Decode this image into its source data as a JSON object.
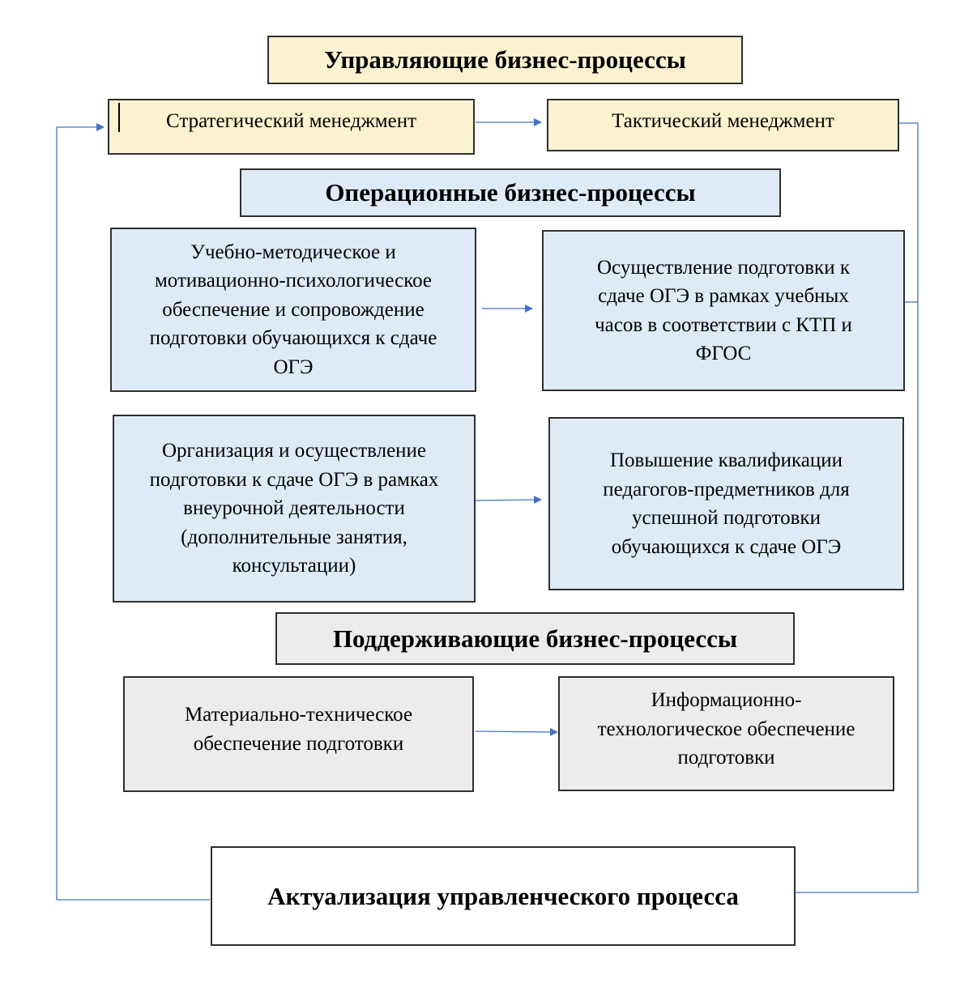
{
  "colors": {
    "control": "#fcf2cf",
    "operational": "#deebf7",
    "supporting": "#ececec",
    "arrow": "#4472c4"
  },
  "control": {
    "title": "Управляющие бизнес-процессы",
    "strategic": "Стратегический  менеджмент",
    "tactical": "Тактический  менеджмент"
  },
  "operational": {
    "title": "Операционные бизнес-процессы",
    "methodical": "Учебно-методическое  и\nмотивационно-психологическое\nобеспечение  и сопровождение\nподготовки обучающихся  к сдаче\nОГЭ",
    "lessons": "Осуществление  подготовки к\nсдаче ОГЭ в рамках учебных\nчасов в соответствии  с КТП и\nФГОС",
    "extracurricular": "Организация  и осуществление\nподготовки к сдаче ОГЭ в рамках\nвнеурочной  деятельности\n(дополнительные  занятия,\nконсультации)",
    "qualification": "Повышение  квалификации\nпедагогов-предметников  для\nуспешной  подготовки\nобучающихся  к сдаче ОГЭ"
  },
  "supporting": {
    "title": "Поддерживающие бизнес-процессы",
    "material": "Материально-техническое\nобеспечение  подготовки",
    "informational": "Информационно-\nтехнологическое  обеспечение\nподготовки"
  },
  "update": {
    "title": "Актуализация управленческого процесса"
  }
}
